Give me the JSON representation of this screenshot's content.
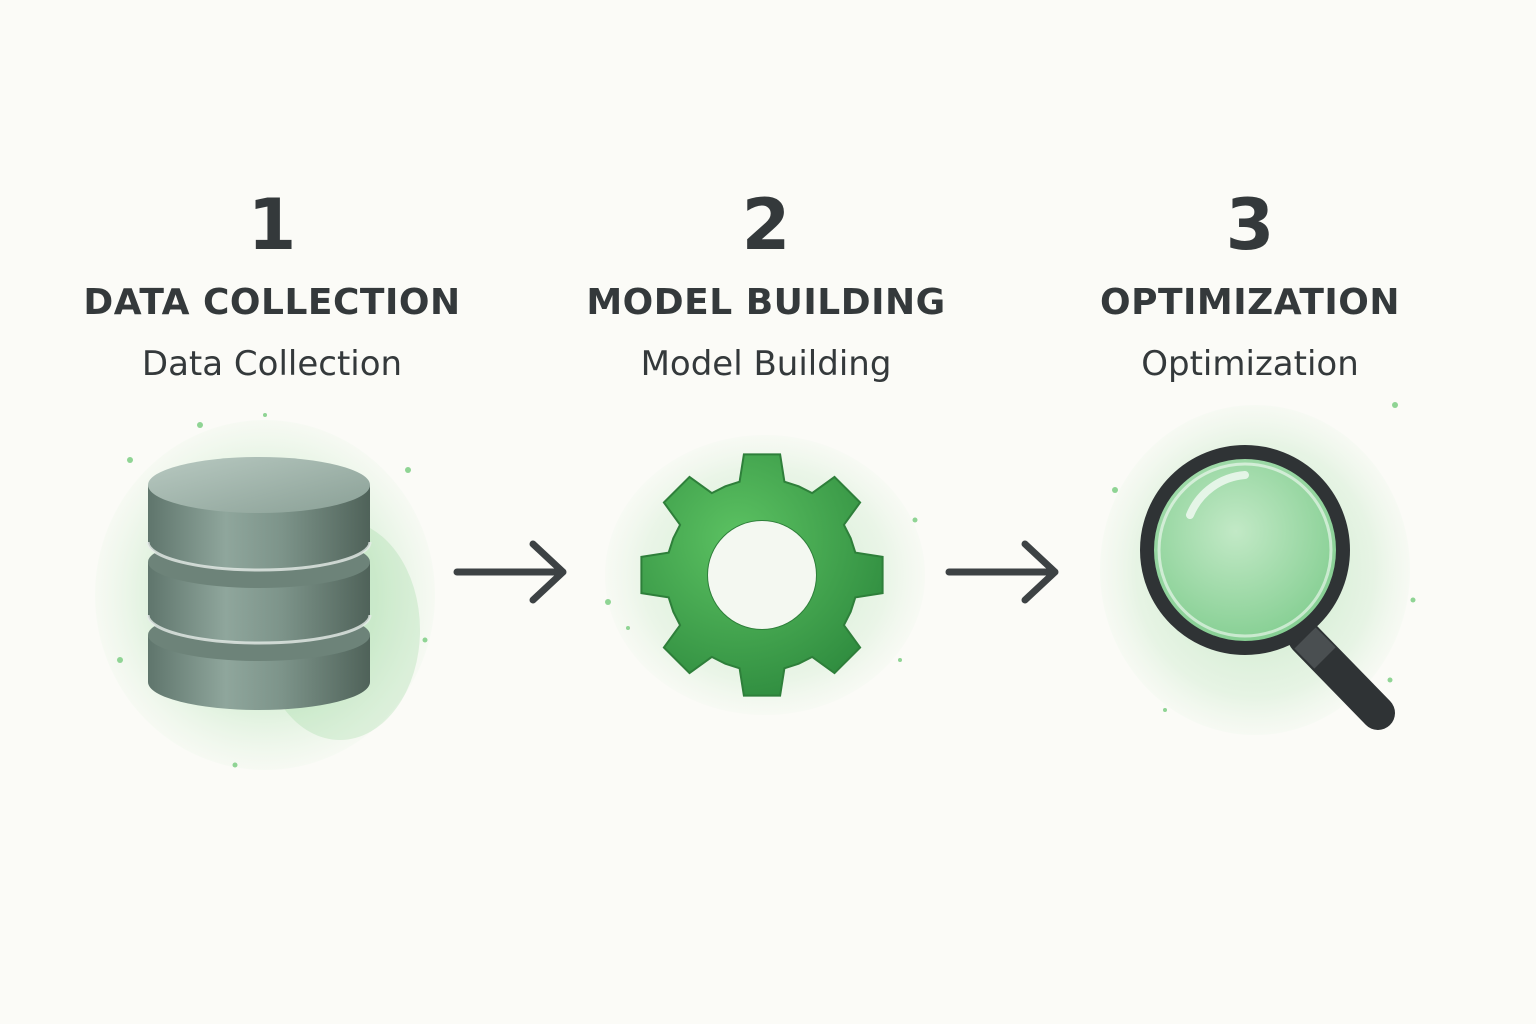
{
  "steps": [
    {
      "number": "1",
      "title": "DATA COLLECTION",
      "subtitle": "Data Collection",
      "icon": "database-icon"
    },
    {
      "number": "2",
      "title": "MODEL BUILDING",
      "subtitle": "Model Building",
      "icon": "gear-icon"
    },
    {
      "number": "3",
      "title": "OPTIMIZATION",
      "subtitle": "Optimization",
      "icon": "magnifying-glass-icon"
    }
  ],
  "arrows": [
    "arrow-right-icon",
    "arrow-right-icon"
  ],
  "colors": {
    "background": "#fbfbf7",
    "text": "#34393b",
    "accent_green": "#4caf50",
    "splash_green": "#9fd9a2",
    "database_gray": "#7c9288",
    "arrow": "#3d4244"
  }
}
